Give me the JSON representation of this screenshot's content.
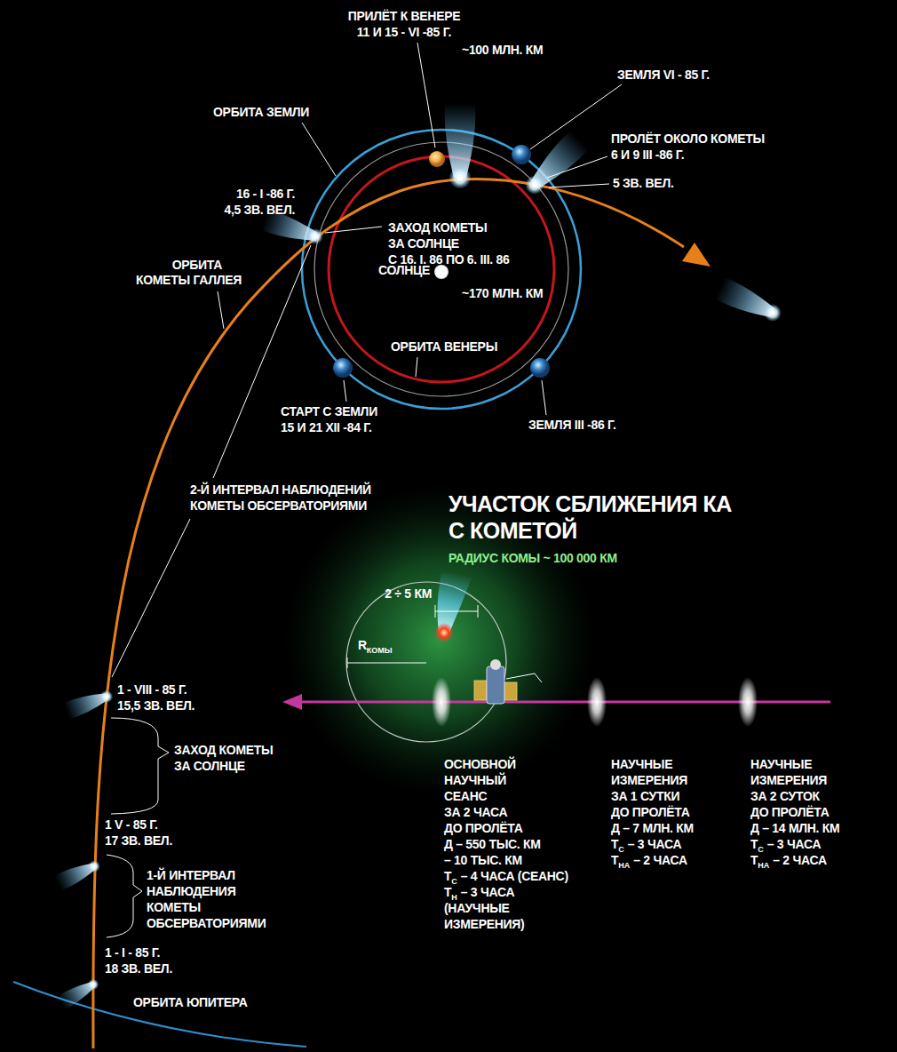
{
  "diagram": {
    "title": "УЧАСТОК СБЛИЖЕНИЯ КА С КОМЕТОЙ",
    "labels": [
      "ПРИЛЁТ К ВЕНЕРЕ",
      "11 И 15 - VI -85 Г.",
      "~100 МЛН. КМ",
      "ЗЕМЛЯ VI - 85 Г.",
      "ОРБИТА ЗЕМЛИ",
      "ПРОЛЁТ ОКОЛО КОМЕТЫ",
      "6 И 9 III -86 Г.",
      "5 ЗВ. ВЕЛ.",
      "16 - I -86 Г.",
      "4,5 ЗВ. ВЕЛ.",
      "ЗАХОД КОМЕТЫ",
      "ЗА СОЛНЦЕ",
      "С 16. I. 86 ПО 6. III. 86",
      "ОРБИТА",
      "КОМЕТЫ ГАЛЛЕЯ",
      "СОЛНЦЕ",
      "~170 МЛН. КМ",
      "ОРБИТА ВЕНЕРЫ",
      "СТАРТ С ЗЕМЛИ",
      "15 И 21 XII -84 Г.",
      "ЗЕМЛЯ III -86 Г.",
      "2-Й ИНТЕРВАЛ НАБЛЮДЕНИЙ",
      "КОМЕТЫ ОБСЕРВАТОРИЯМИ",
      "РАДИУС КОМЫ ~ 100 000 КМ",
      "2 ÷ 5 КМ",
      "R",
      "КОМЫ",
      "1 - VIII - 85 Г.",
      "15,5 ЗВ. ВЕЛ.",
      "ЗАХОД КОМЕТЫ",
      "ЗА СОЛНЦЕ",
      "1 V - 85 Г.",
      "17 ЗВ. ВЕЛ.",
      "1-Й ИНТЕРВАЛ",
      "НАБЛЮДЕНИЯ",
      "КОМЕТЫ",
      "ОБСЕРВАТОРИЯМИ",
      "1 - I - 85 Г.",
      "18 ЗВ. ВЕЛ.",
      "ОРБИТА ЮПИТЕРА",
      "ОСНОВНОЙ",
      "НАУЧНЫЙ",
      "СЕАНС",
      "ЗА 2 ЧАСА",
      "ДО ПРОЛЁТА",
      "Д – 550 ТЫС. КМ",
      "– 10 ТЫС. КМ",
      "Т",
      "С",
      "– 4 ЧАСА (СЕАНС)",
      "Т",
      "Н",
      "– 3 ЧАСА",
      "(НАУЧНЫЕ",
      "ИЗМЕРЕНИЯ)",
      "НАУЧНЫЕ",
      "ИЗМЕРЕНИЯ",
      "ЗА 1 СУТКИ",
      "ДО ПРОЛЁТА",
      "Д – 7 МЛН. КМ",
      "Т",
      "С",
      "– 3 ЧАСА",
      "Т",
      "НА",
      "– 2 ЧАСА",
      "НАУЧНЫЕ",
      "ИЗМЕРЕНИЯ",
      "ЗА 2 СУТОК",
      "ДО ПРОЛЁТА",
      "Д – 14 МЛН. КМ",
      "Т",
      "С",
      "– 3 ЧАСА",
      "Т",
      "НА",
      "– 2 ЧАСА"
    ]
  }
}
